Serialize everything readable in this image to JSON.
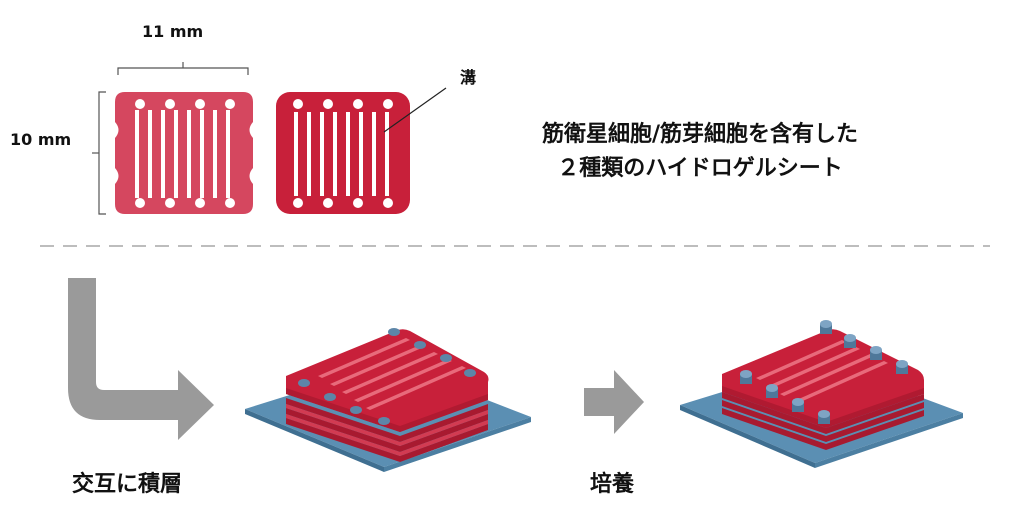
{
  "labels": {
    "width": "11 mm",
    "height": "10 mm",
    "groove": "溝",
    "description": [
      "筋衛星細胞/筋芽細胞を含有した",
      "２種類のハイドロゲルシート"
    ],
    "step_stack": "交互に積層",
    "step_culture": "培養"
  },
  "colors": {
    "sheet_light": "#d5475f",
    "sheet_dark": "#c8203a",
    "substrate": "#5b8fb3",
    "pillar": "#5d86a8",
    "arrow": "#9a9a9a",
    "divider": "#bdbdbd"
  }
}
